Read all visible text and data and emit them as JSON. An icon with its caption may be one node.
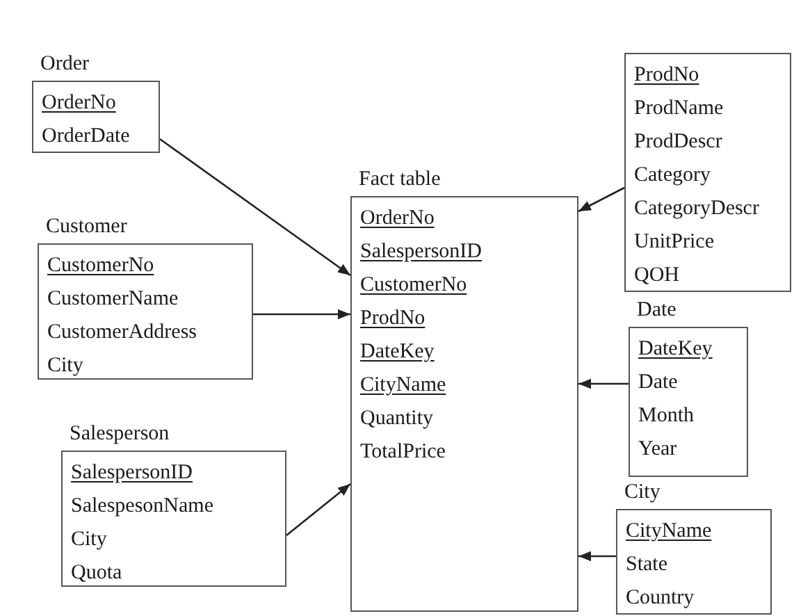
{
  "diagram": {
    "nodes": [
      {
        "text": [
          "Order",
          "OrderNo",
          "OrderDate"
        ]
      },
      {
        "text": [
          "Customer",
          "CustomerNo",
          "CustomerName",
          "CustomerAddress",
          "City"
        ]
      },
      {
        "text": [
          "Salesperson",
          "SalespersonID",
          "SalespesonName",
          "City",
          "Quota"
        ]
      },
      {
        "text": [
          "Fact table",
          "OrderNo",
          "SalespersonID",
          "CustomerNo",
          "ProdNo",
          "DateKey",
          "CityName",
          "Quantity",
          "TotalPrice"
        ]
      },
      {
        "text": [
          "ProdNo",
          "ProdName",
          "ProdDescr",
          "Category",
          "CategoryDescr",
          "UnitPrice",
          "QOH"
        ]
      },
      {
        "text": [
          "Date",
          "DateKey",
          "Date",
          "Month",
          "Year"
        ]
      },
      {
        "text": [
          "City",
          "CityName",
          "State",
          "Country"
        ]
      }
    ],
    "edges": [
      {
        "from": 0,
        "to": 3,
        "arrow": "to"
      },
      {
        "from": 1,
        "to": 3,
        "arrow": "to"
      },
      {
        "from": 2,
        "to": 3,
        "arrow": "to"
      },
      {
        "from": 4,
        "to": 3,
        "arrow": "to"
      },
      {
        "from": 5,
        "to": 3,
        "arrow": "to"
      },
      {
        "from": 6,
        "to": 3,
        "arrow": "to"
      }
    ]
  }
}
